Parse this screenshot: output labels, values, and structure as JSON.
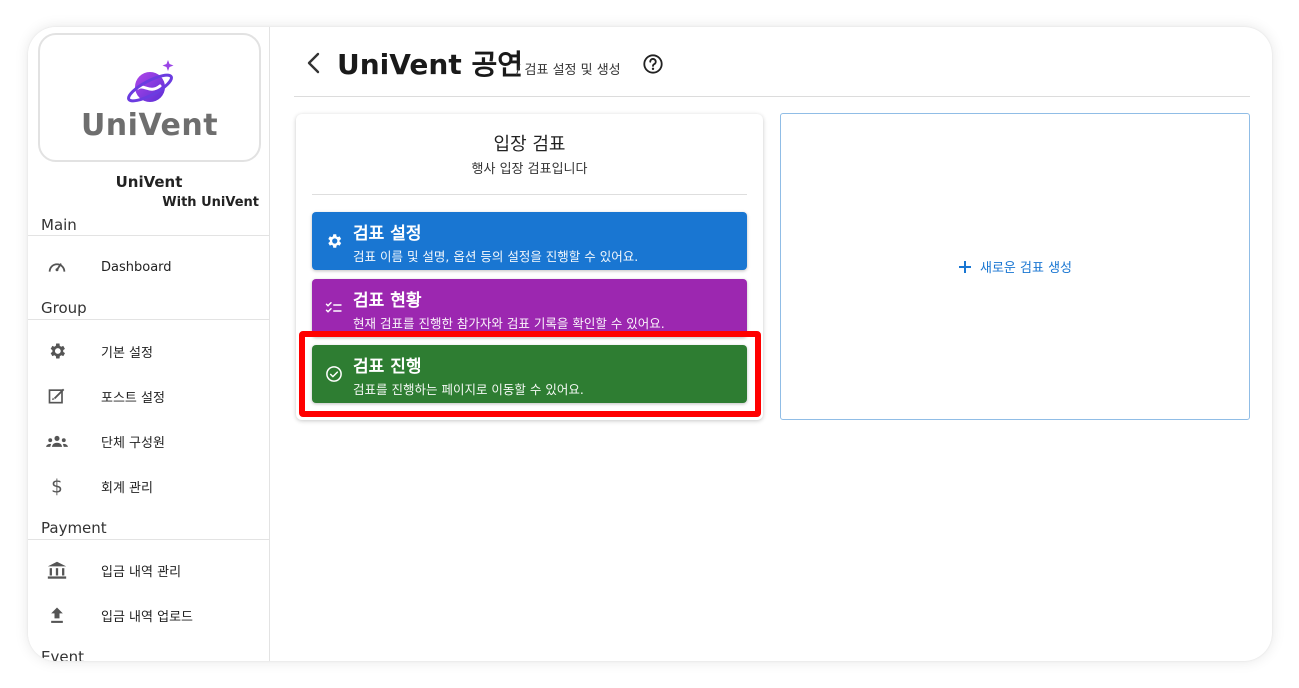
{
  "brand": {
    "logo_text": "UniVent",
    "org_name": "UniVent",
    "org_sub": "With UniVent"
  },
  "sidebar": {
    "sections": [
      {
        "label": "Main",
        "items": [
          {
            "label": "Dashboard",
            "icon": "speedometer-icon"
          }
        ]
      },
      {
        "label": "Group",
        "items": [
          {
            "label": "기본 설정",
            "icon": "gear-icon"
          },
          {
            "label": "포스트 설정",
            "icon": "post-edit-icon"
          },
          {
            "label": "단체 구성원",
            "icon": "groups-icon"
          },
          {
            "label": "회계 관리",
            "icon": "dollar-icon"
          }
        ]
      },
      {
        "label": "Payment",
        "items": [
          {
            "label": "입금 내역 관리",
            "icon": "bank-icon"
          },
          {
            "label": "입금 내역 업로드",
            "icon": "upload-icon"
          }
        ]
      },
      {
        "label": "Event",
        "items": []
      }
    ]
  },
  "header": {
    "title": "UniVent 공연",
    "breadcrumb": "/ 검표 설정 및 생성"
  },
  "ticket_card": {
    "title": "입장 검표",
    "subtitle": "행사 입장 검표입니다",
    "actions": [
      {
        "title": "검표 설정",
        "desc": "검표 이름 및 설명, 옵션 등의 설정을 진행할 수 있어요.",
        "color": "#1976d2",
        "icon": "gear-icon"
      },
      {
        "title": "검표 현황",
        "desc": "현재 검표를 진행한 참가자와 검표 기록을 확인할 수 있어요.",
        "color": "#9c27b0",
        "icon": "checklist-icon"
      },
      {
        "title": "검표 진행",
        "desc": "검표를 진행하는 페이지로 이동할 수 있어요.",
        "color": "#2e7d32",
        "icon": "check-circle-icon"
      }
    ]
  },
  "new_ticket": {
    "label": "새로운 검표 생성",
    "color": "#1976d2"
  },
  "highlight_color": "#ff0000"
}
